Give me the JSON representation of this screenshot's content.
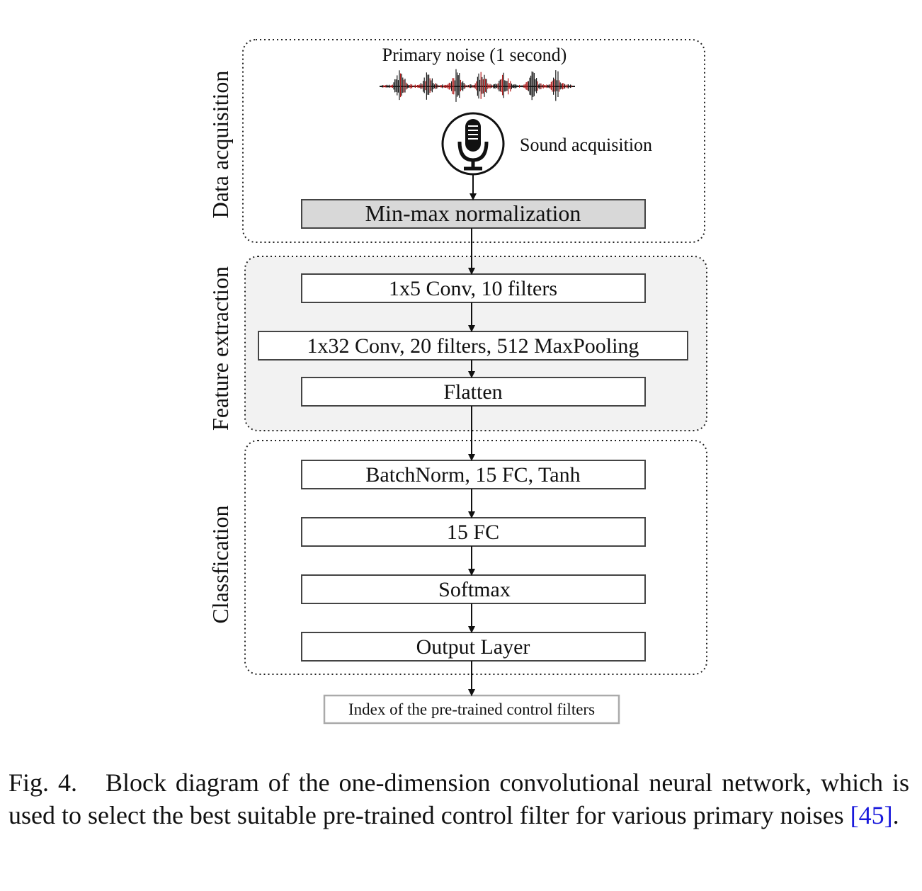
{
  "diagram": {
    "sections": {
      "data_acquisition": "Data acquisition",
      "feature_extraction": "Feature extraction",
      "classification": "Classfication"
    },
    "primary_noise_label": "Primary noise (1 second)",
    "sound_acquisition_label": "Sound acquisition",
    "icons": {
      "waveform": "audio-waveform-icon",
      "microphone": "microphone-icon"
    },
    "blocks": {
      "normalization": "Min-max normalization",
      "conv1": "1x5 Conv, 10 filters",
      "conv2": "1x32 Conv, 20 filters, 512 MaxPooling",
      "flatten": "Flatten",
      "batchnorm": "BatchNorm, 15 FC, Tanh",
      "fc": "15 FC",
      "softmax": "Softmax",
      "output": "Output Layer"
    },
    "output_label": "Index of the pre-trained control filters",
    "colors": {
      "waveform_dark": "#1a1a1a",
      "waveform_red": "#b01818",
      "normalization_fill": "#d8d8d8",
      "feature_panel_fill": "#f2f2f2",
      "output_border": "#aaaaaa",
      "reference_link": "#1a1adc"
    }
  },
  "caption": {
    "figure_number": "Fig. 4.",
    "text": "Block diagram of the one-dimension convolutional neural network, which is used to select the best suitable pre-trained control filter for various primary noises ",
    "reference": "[45]",
    "end": "."
  }
}
